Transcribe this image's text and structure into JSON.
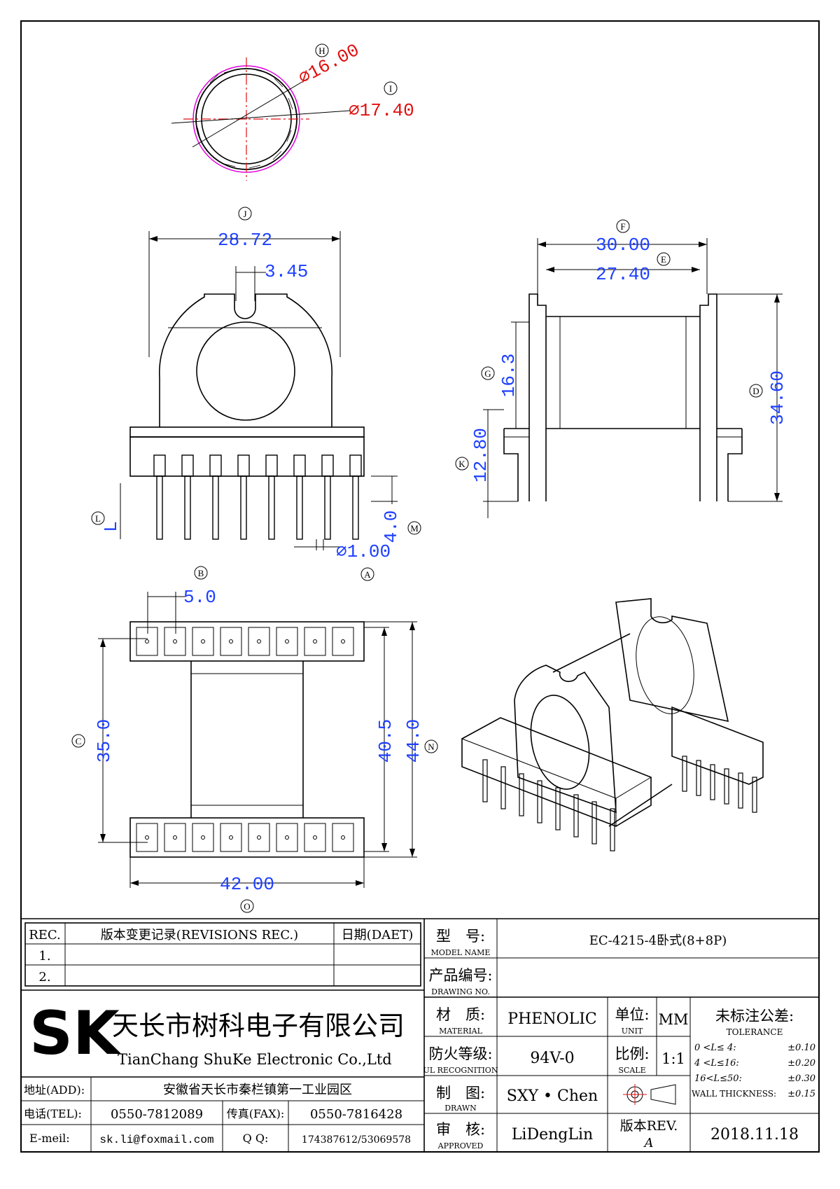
{
  "dims": {
    "d_inner": "⌀16.00",
    "d_outer": "⌀17.40",
    "w_front": "28.72",
    "slot": "3.45",
    "w_side_outer": "30.00",
    "w_side_inner": "27.40",
    "h_tube": "16.3",
    "h_base": "12.80",
    "h_total": "34.60",
    "pin_len": "L",
    "pin_stand": "4.0",
    "pin_dia": "⌀1.00",
    "pitch": "5.0",
    "row_span": "35.0",
    "inner_len": "40.5",
    "outer_len": "44.0",
    "base_w": "42.00"
  },
  "markers": {
    "A": "A",
    "B": "B",
    "C": "C",
    "D": "D",
    "E": "E",
    "F": "F",
    "G": "G",
    "H": "H",
    "I": "I",
    "J": "J",
    "K": "K",
    "L": "L",
    "M": "M",
    "N": "N",
    "O": "O"
  },
  "title_block": {
    "rev_header": "REC.",
    "rev_desc_header": "版本变更记录(REVISIONS REC.)",
    "rev_date_header": "日期(DAET)",
    "rev_rows": [
      "1.",
      "2."
    ],
    "company_cn": "天长市树科电子有限公司",
    "company_en": "TianChang ShuKe Electronic Co.,Ltd",
    "address_label": "地址(ADD):",
    "address": "安徽省天长市秦栏镇第一工业园区",
    "tel_label": "电话(TEL):",
    "tel": "0550-7812089",
    "fax_label": "传真(FAX):",
    "fax": "0550-7816428",
    "email_label": "E-meil:",
    "email": "sk.li@foxmail.com",
    "qq_label": "Q Q:",
    "qq": "174387612/53069578",
    "model_label_cn": "型　号:",
    "model_label_en": "MODEL NAME",
    "model_value": "EC-4215-4卧式(8+8P)",
    "drawing_label_cn": "产品编号:",
    "drawing_label_en": "DRAWING NO.",
    "drawing_value": "",
    "material_label_cn": "材　质:",
    "material_label_en": "MATERIAL",
    "material_value": "PHENOLIC",
    "unit_label_cn": "单位:",
    "unit_label_en": "UNIT",
    "unit_value": "MM",
    "ul_label_cn": "防火等级:",
    "ul_label_en": "UL RECOGNITION",
    "ul_value": "94V-0",
    "scale_label_cn": "比例:",
    "scale_label_en": "SCALE",
    "scale_value": "1:1",
    "drawn_label_cn": "制　图:",
    "drawn_label_en": "DRAWN",
    "drawn_value": "SXY • Chen",
    "approved_label_cn": "审　核:",
    "approved_label_en": "APPROVED",
    "approved_value": "LiDengLin",
    "rev_label": "版本REV.",
    "rev_value": "A",
    "date_value": "2018.11.18",
    "tol_title": "未标注公差:",
    "tol_en": "TOLERANCE",
    "tol_rows": [
      {
        "range": "0 <L≤ 4:",
        "value": "±0.10"
      },
      {
        "range": "4 <L≤16:",
        "value": "±0.20"
      },
      {
        "range": "16<L≤50:",
        "value": "±0.30"
      },
      {
        "range": "WALL THICKNESS:",
        "value": "±0.15"
      }
    ]
  }
}
